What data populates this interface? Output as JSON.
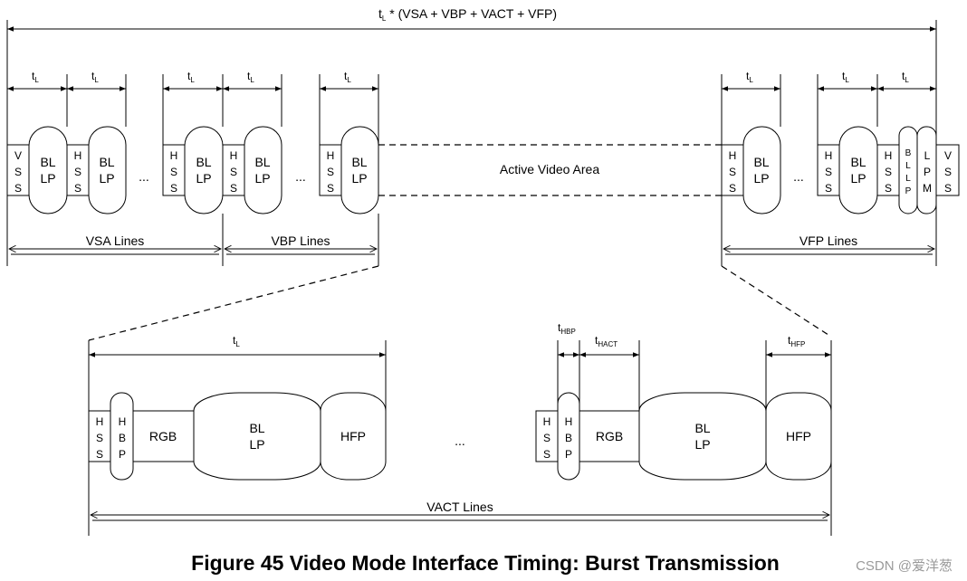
{
  "top": {
    "total_label": "t",
    "total_sub": "L",
    "total_rest": " * (VSA + VBP + VACT + VFP)",
    "tl_main": "t",
    "tl_sub": "L",
    "vsa": "VSA Lines",
    "vbp": "VBP Lines",
    "vfp": "VFP Lines",
    "active_area": "Active Video Area",
    "ellipsis": "..."
  },
  "packets": {
    "vss": [
      "V",
      "S",
      "S"
    ],
    "hss": [
      "H",
      "S",
      "S"
    ],
    "bllp": [
      "BL",
      "LP"
    ],
    "bllp_narrow": [
      "B",
      "L",
      "L",
      "P"
    ],
    "lpm": [
      "L",
      "P",
      "M"
    ]
  },
  "bottom": {
    "tl_main": "t",
    "tl_sub": "L",
    "thbp_main": "t",
    "thbp_sub": "HBP",
    "thact_main": "t",
    "thact_sub": "HACT",
    "thfp_main": "t",
    "thfp_sub": "HFP",
    "hbp": [
      "H",
      "B",
      "P"
    ],
    "rgb": "RGB",
    "hfp": "HFP",
    "vact": "VACT Lines",
    "ellipsis": "..."
  },
  "caption": "Figure 45 Video Mode Interface Timing: Burst Transmission",
  "watermark": "CSDN @爱洋葱"
}
